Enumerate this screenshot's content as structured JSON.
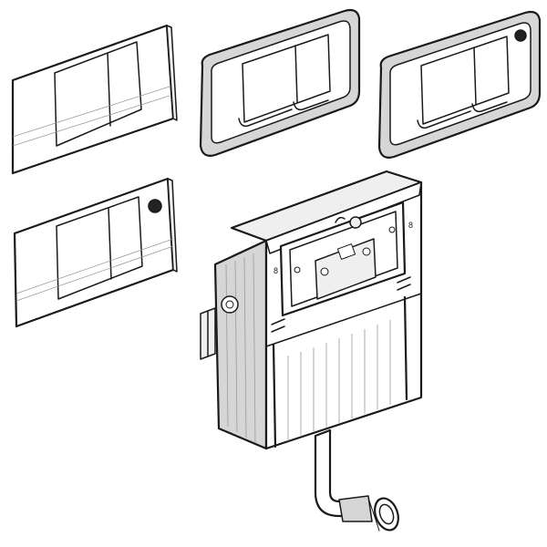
{
  "figure": {
    "plates": [
      {
        "style": "flat-rectangular",
        "buttons": 2,
        "sensor": false
      },
      {
        "style": "rounded-chrome",
        "buttons": 2,
        "sensor": false
      },
      {
        "style": "rounded-chrome",
        "buttons": 2,
        "sensor": true
      },
      {
        "style": "flat-rectangular",
        "buttons": 2,
        "sensor": true
      }
    ],
    "cistern": {
      "labels": [
        "8",
        "8"
      ],
      "outlet": "flush-pipe"
    }
  },
  "colors": {
    "line": "#1a1a1a",
    "shade": "#d6d6d6",
    "background": "#ffffff"
  }
}
